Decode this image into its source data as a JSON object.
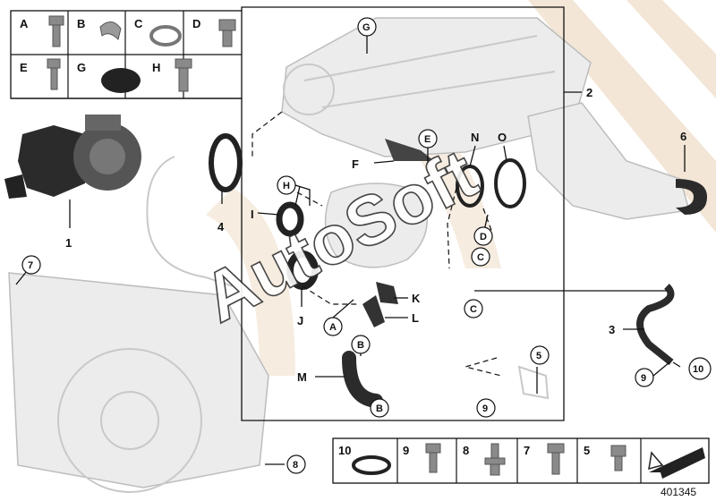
{
  "diagram_id": "401345",
  "watermark": "AutoSoft",
  "legend_top": [
    {
      "key": "A",
      "icon": "bolt-icon"
    },
    {
      "key": "B",
      "icon": "hose-clamp-icon"
    },
    {
      "key": "C",
      "icon": "sealing-ring-icon"
    },
    {
      "key": "D",
      "icon": "hollow-bolt-icon"
    },
    {
      "key": "E",
      "icon": "hex-bolt-icon"
    },
    {
      "key": "G",
      "icon": "plug-cap-icon"
    },
    {
      "key": "H",
      "icon": "stud-bolt-icon"
    }
  ],
  "legend_bottom": [
    {
      "key": "10",
      "icon": "o-ring-icon"
    },
    {
      "key": "9",
      "icon": "hex-bolt-icon"
    },
    {
      "key": "8",
      "icon": "rivet-nut-icon"
    },
    {
      "key": "7",
      "icon": "torx-bolt-icon"
    },
    {
      "key": "5",
      "icon": "hex-bolt-icon"
    }
  ],
  "callouts": {
    "n1": "1",
    "n2": "2",
    "n3": "3",
    "n4": "4",
    "n5": "5",
    "n6": "6",
    "n7": "7",
    "n8": "8",
    "n9a": "9",
    "n9b": "9",
    "n10": "10",
    "A": "A",
    "B1": "B",
    "B2": "B",
    "C1": "C",
    "C2": "C",
    "D": "D",
    "E": "E",
    "F": "F",
    "G": "G",
    "H": "H",
    "I": "I",
    "J": "J",
    "K": "K",
    "L": "L",
    "M": "M",
    "N": "N",
    "O": "O"
  },
  "colors": {
    "line": "#111111",
    "ghost": "#c9c9c9",
    "part": "#2b2b2b",
    "watermark_band": "#f3e6d6"
  }
}
